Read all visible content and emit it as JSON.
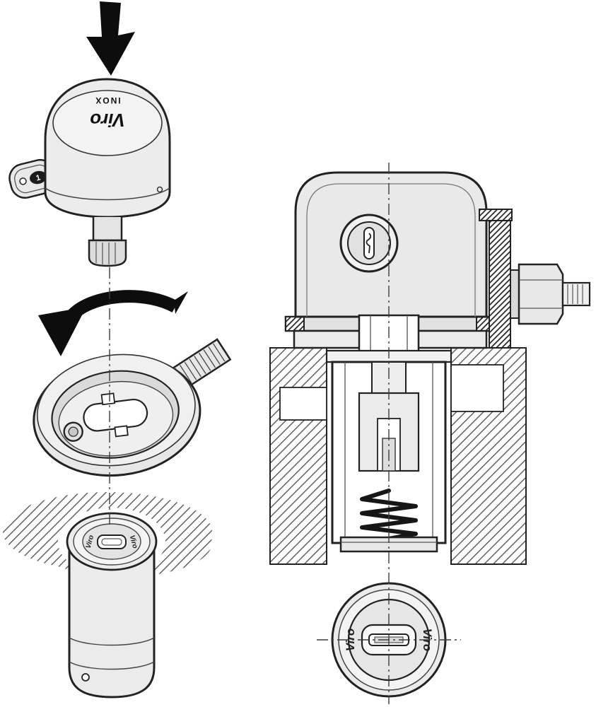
{
  "palette": {
    "ink": "#1a1a1a",
    "outline": "#222222",
    "fill_light": "#ececec",
    "fill_mid": "#d9d9d9",
    "paper": "#ffffff"
  },
  "branding": {
    "lock_top_primary": "Viro",
    "lock_top_secondary": "INOX",
    "key_number": "1",
    "cap_left": "Viro",
    "cap_right": "Viro",
    "top_view_left": "Viro",
    "top_view_right": "Viro"
  },
  "icons": {
    "insert_arrow": "down-arrow",
    "rotate_arrow": "counterclockwise-curved-arrow"
  }
}
